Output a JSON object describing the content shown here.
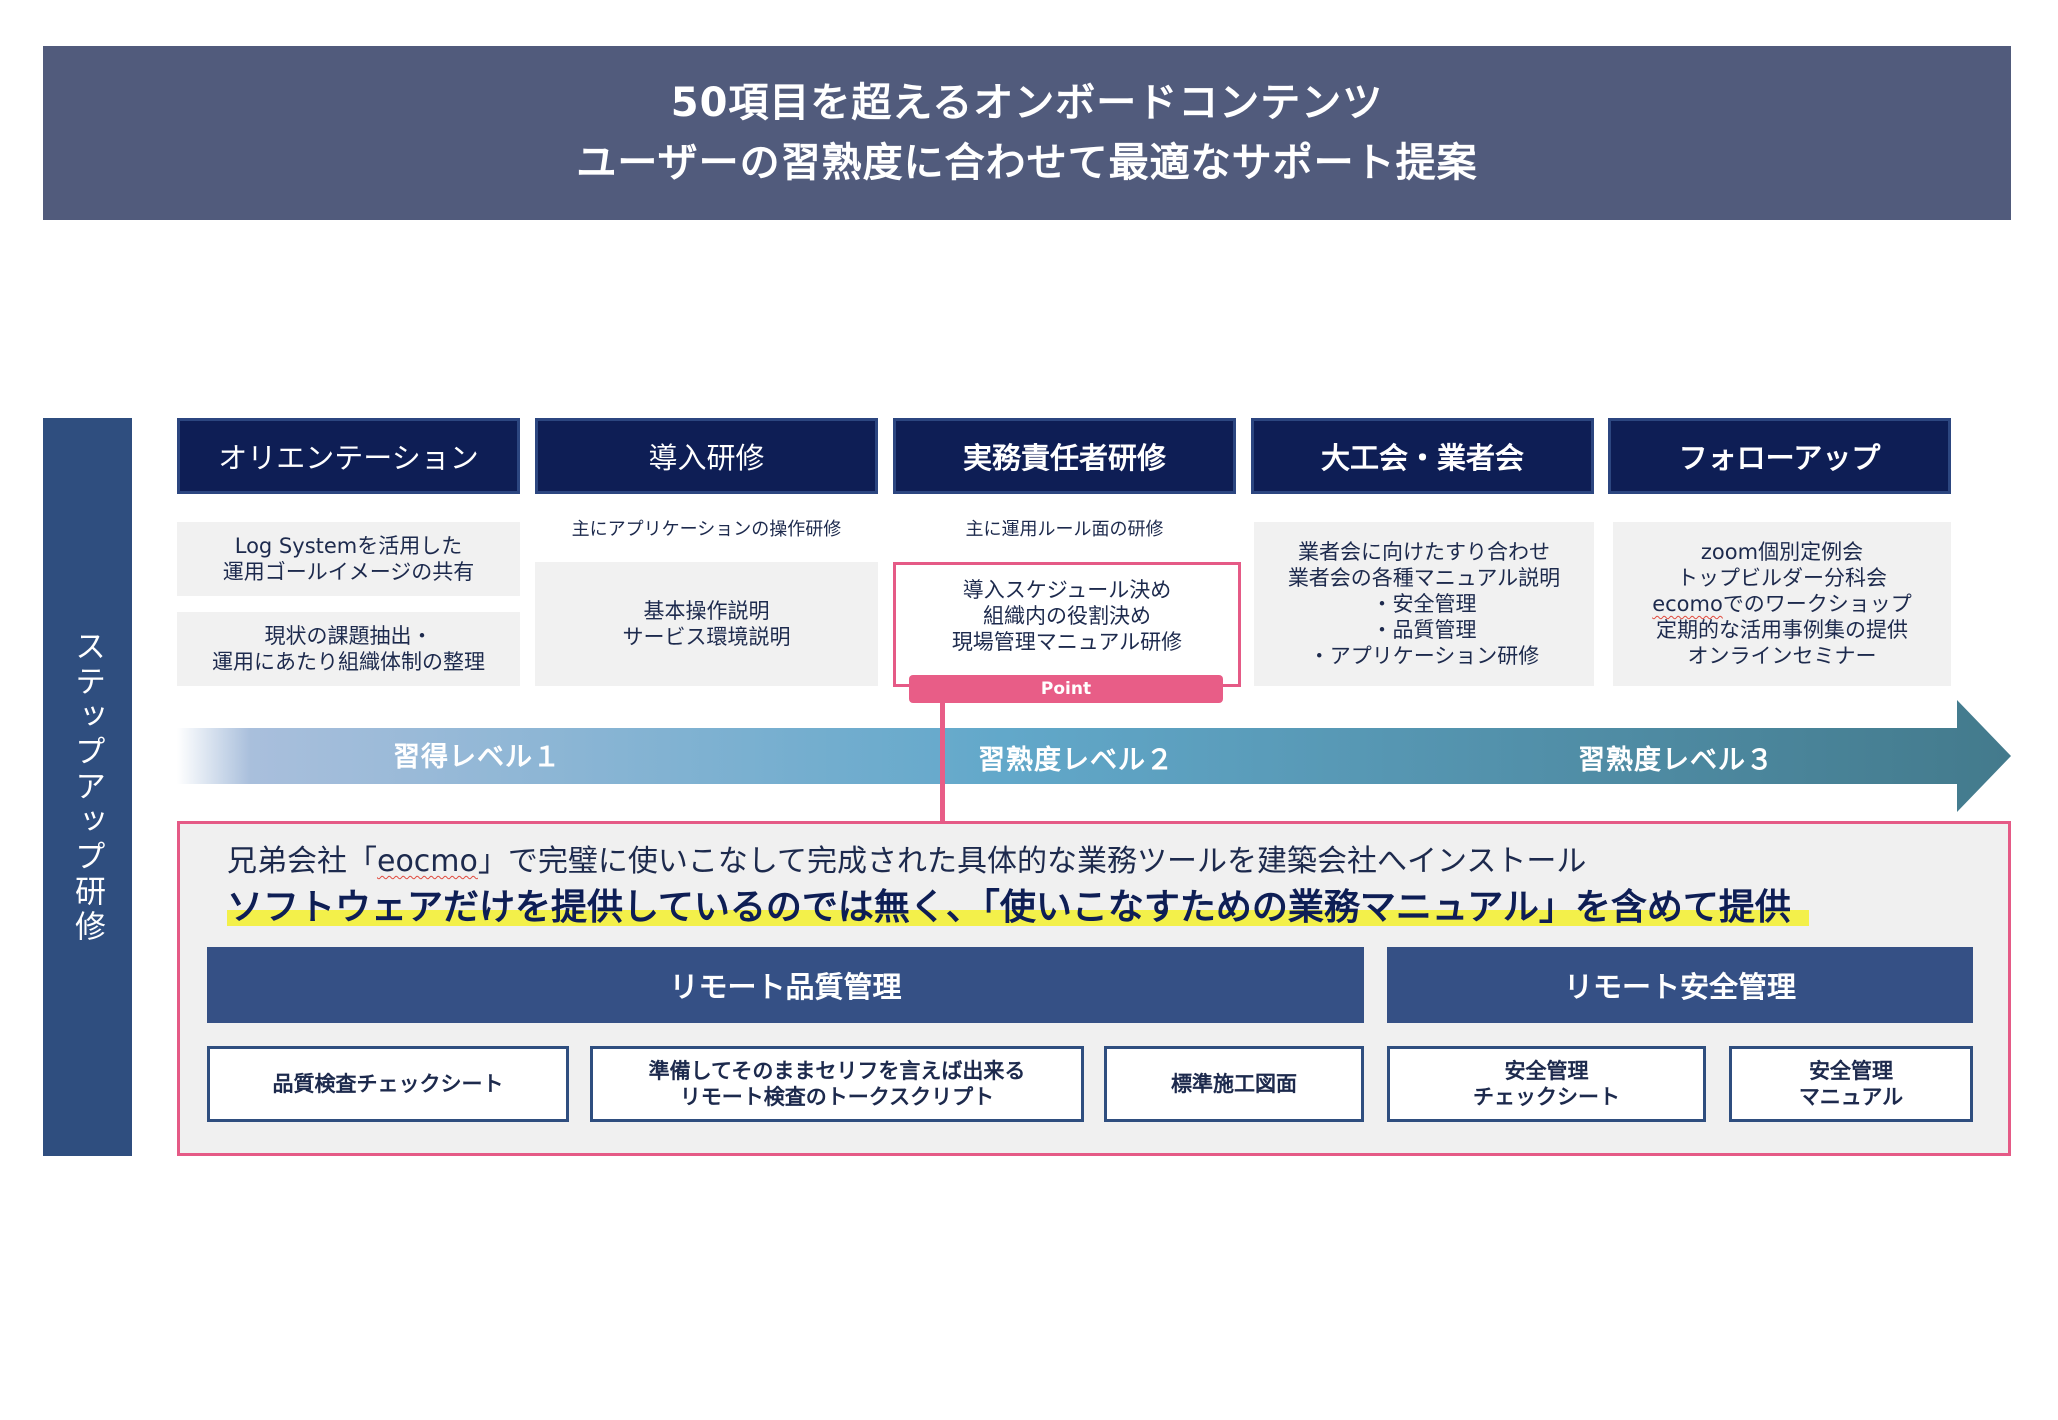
{
  "header": {
    "line1": "50項目を超えるオンボードコンテンツ",
    "line2": "ユーザーの習熟度に合わせて最適なサポート提案"
  },
  "side_label": "ステップアップ研修",
  "columns": [
    {
      "title": "オリエンテーション",
      "boxes": [
        [
          "Log Systemを活用した",
          "運用ゴールイメージの共有"
        ],
        [
          "現状の課題抽出・",
          "運用にあたり組織体制の整理"
        ]
      ]
    },
    {
      "title": "導入研修",
      "note": "主にアプリケーションの操作研修",
      "box": [
        "基本操作説明",
        "サービス環境説明"
      ]
    },
    {
      "title": "実務責任者研修",
      "note": "主に運用ルール面の研修",
      "box": [
        "導入スケジュール決め",
        "組織内の役割決め",
        "現場管理マニュアル研修"
      ],
      "badge": "Point"
    },
    {
      "title": "大工会・業者会",
      "box": [
        "業者会に向けたすり合わせ",
        "業者会の各種マニュアル説明",
        "・安全管理",
        "・品質管理",
        "・アプリケーション研修"
      ]
    },
    {
      "title": "フォローアップ",
      "box": [
        "zoom個別定例会",
        "トップビルダー分科会",
        "ecomo",
        "でのワークショップ",
        "定期的な活用事例集の提供",
        "オンラインセミナー"
      ]
    }
  ],
  "levels": [
    "習得レベル１",
    "習熟度レベル２",
    "習熟度レベル３"
  ],
  "panel": {
    "line1_pre": "兄弟会社「",
    "line1_word": "eocmo",
    "line1_post": "」で完璧に使いこなして完成された具体的な業務ツールを建築会社へインストール",
    "line2": "ソフトウェアだけを提供しているのでは無く、「使いこなすための業務マニュアル」を含めて提供",
    "groups": [
      {
        "title": "リモート品質管理",
        "items": [
          [
            "品質検査チェックシート"
          ],
          [
            "準備してそのままセリフを言えば出来る",
            "リモート検査のトークスクリプト"
          ],
          [
            "標準施工図面"
          ]
        ]
      },
      {
        "title": "リモート安全管理",
        "items": [
          [
            "安全管理",
            "チェックシート"
          ],
          [
            "安全管理",
            "マニュアル"
          ]
        ]
      }
    ]
  },
  "colors": {
    "header_bg": "#515b7c",
    "navy": "#0e1e55",
    "blue": "#2f4e7f",
    "pink": "#e85d87",
    "highlight": "#f3f04a"
  }
}
